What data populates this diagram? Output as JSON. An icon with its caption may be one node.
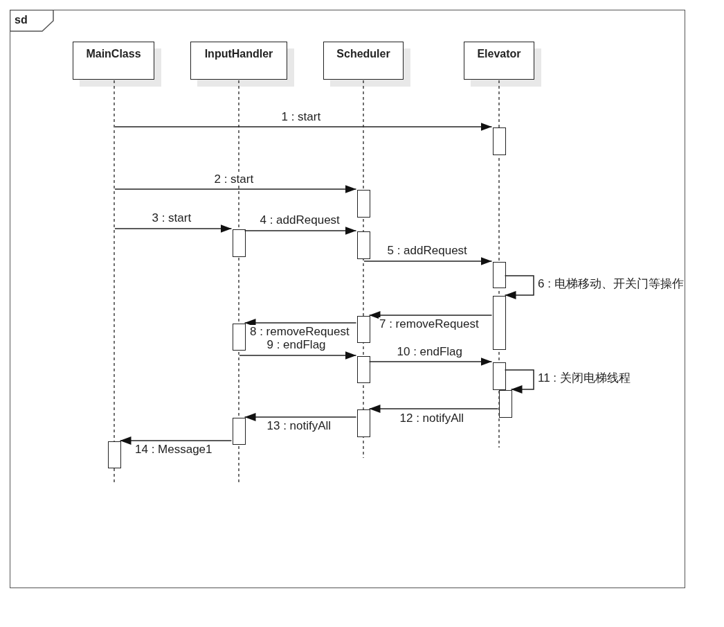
{
  "diagram": {
    "nodes": [
      {
        "text": [
          "sd"
        ]
      },
      {
        "text": [
          "MainClass"
        ],
        "in": 0
      },
      {
        "text": [
          "InputHandler"
        ],
        "in": 0
      },
      {
        "text": [
          "Scheduler"
        ],
        "in": 0
      },
      {
        "text": [
          "Elevator"
        ],
        "in": 0
      },
      {
        "text": [],
        "shape": "line",
        "in": 0
      },
      {
        "text": [],
        "shape": "line",
        "in": 0
      },
      {
        "text": [],
        "shape": "line",
        "in": 0
      },
      {
        "text": [],
        "shape": "line",
        "in": 0
      },
      {
        "text": [],
        "shape": "bar",
        "in": 0
      },
      {
        "text": [],
        "shape": "bar",
        "in": 0
      },
      {
        "text": [],
        "shape": "bar",
        "in": 0
      },
      {
        "text": [],
        "shape": "bar",
        "in": 0
      },
      {
        "text": [],
        "shape": "bar",
        "in": 0
      },
      {
        "text": [],
        "shape": "bar",
        "in": 0
      },
      {
        "text": [],
        "shape": "bar",
        "in": 0
      },
      {
        "text": [],
        "shape": "bar",
        "in": 0
      },
      {
        "text": [],
        "shape": "bar",
        "in": 0
      },
      {
        "text": [],
        "shape": "bar",
        "in": 0
      },
      {
        "text": [],
        "shape": "bar",
        "in": 0
      },
      {
        "text": [],
        "shape": "bar",
        "in": 0
      },
      {
        "text": [],
        "shape": "bar",
        "in": 0
      },
      {
        "text": [],
        "shape": "bar",
        "in": 0
      }
    ],
    "edges": [
      {
        "from": 5,
        "to": 9,
        "arrow": "to",
        "label": "1 : start"
      },
      {
        "from": 5,
        "to": 10,
        "arrow": "to",
        "label": "2 : start"
      },
      {
        "from": 5,
        "to": 11,
        "arrow": "to",
        "label": "3 : start"
      },
      {
        "from": 11,
        "to": 12,
        "arrow": "to",
        "label": "4 : addRequest"
      },
      {
        "from": 7,
        "to": 13,
        "arrow": "to",
        "label": "5 : addRequest"
      },
      {
        "from": 13,
        "to": 14,
        "arrow": "to",
        "label": "6 : 电梯移动、开关门等操作"
      },
      {
        "from": 14,
        "to": 15,
        "arrow": "to",
        "label": "7 : removeRequest"
      },
      {
        "from": 15,
        "to": 16,
        "arrow": "to",
        "label": "8 : removeRequest"
      },
      {
        "from": 6,
        "to": 17,
        "arrow": "to",
        "label": "9 : endFlag"
      },
      {
        "from": 17,
        "to": 18,
        "arrow": "to",
        "label": "10 : endFlag"
      },
      {
        "from": 18,
        "to": 19,
        "arrow": "to",
        "label": "11 : 关闭电梯线程"
      },
      {
        "from": 19,
        "to": 20,
        "arrow": "to",
        "label": "12 : notifyAll"
      },
      {
        "from": 20,
        "to": 21,
        "arrow": "to",
        "label": "13 : notifyAll"
      },
      {
        "from": 21,
        "to": 22,
        "arrow": "to",
        "label": "14 : Message1"
      }
    ]
  }
}
